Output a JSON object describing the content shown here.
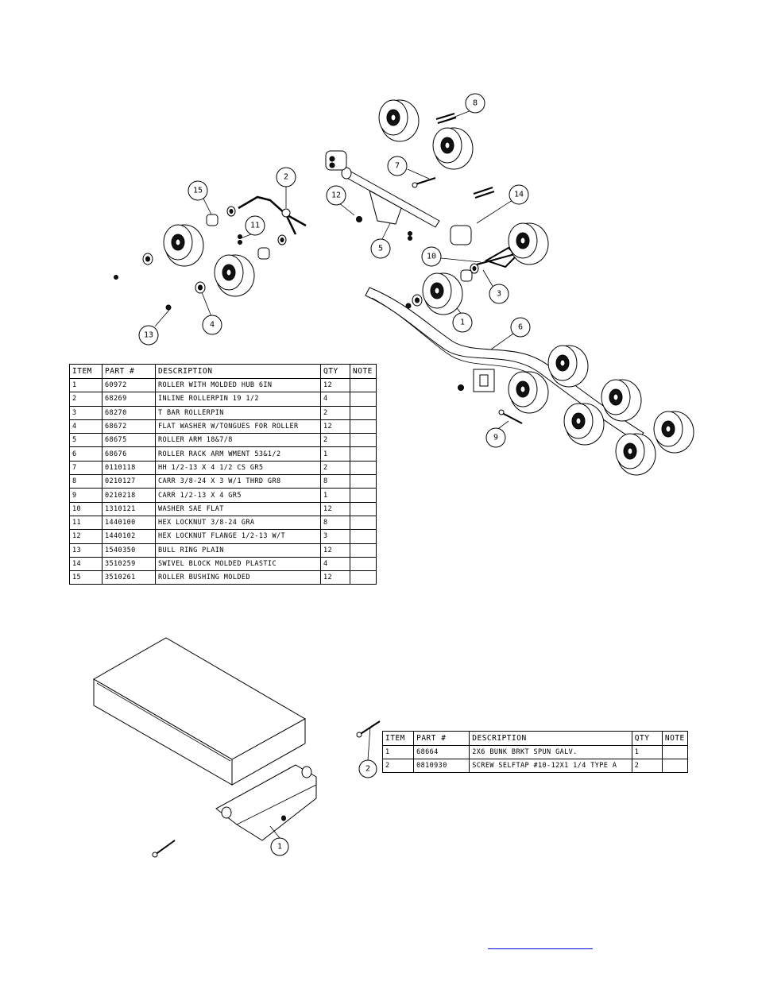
{
  "callouts_top": [
    "1",
    "2",
    "3",
    "4",
    "5",
    "6",
    "7",
    "8",
    "9",
    "10",
    "11",
    "12",
    "13",
    "14",
    "15"
  ],
  "table1": {
    "headers": [
      "ITEM",
      "PART #",
      "DESCRIPTION",
      "QTY",
      "NOTE"
    ],
    "rows": [
      [
        "1",
        "60972",
        "ROLLER WITH MOLDED HUB  6IN",
        "12",
        ""
      ],
      [
        "2",
        "68269",
        "INLINE ROLLERPIN 19 1/2",
        "4",
        ""
      ],
      [
        "3",
        "68270",
        "T BAR ROLLERPIN",
        "2",
        ""
      ],
      [
        "4",
        "68672",
        "FLAT WASHER W/TONGUES FOR ROLLER",
        "12",
        ""
      ],
      [
        "5",
        "68675",
        "ROLLER ARM 18&7/8",
        "2",
        ""
      ],
      [
        "6",
        "68676",
        "ROLLER RACK ARM WMENT  53&1/2",
        "1",
        ""
      ],
      [
        "7",
        "0110118",
        "HH 1/2-13 X 4 1/2 CS GR5",
        "2",
        ""
      ],
      [
        "8",
        "0210127",
        "CARR 3/8-24 X 3 W/1 THRD GR8",
        "8",
        ""
      ],
      [
        "9",
        "0210218",
        "CARR 1/2-13 X 4 GR5",
        "1",
        ""
      ],
      [
        "10",
        "1310121",
        "WASHER SAE FLAT",
        "12",
        ""
      ],
      [
        "11",
        "1440100",
        "HEX LOCKNUT 3/8-24 GRA",
        "8",
        ""
      ],
      [
        "12",
        "1440102",
        "HEX LOCKNUT FLANGE 1/2-13 W/T",
        "3",
        ""
      ],
      [
        "13",
        "1540350",
        "BULL RING PLAIN",
        "12",
        ""
      ],
      [
        "14",
        "3510259",
        "SWIVEL BLOCK MOLDED PLASTIC",
        "4",
        ""
      ],
      [
        "15",
        "3510261",
        "ROLLER BUSHING MOLDED",
        "12",
        ""
      ]
    ]
  },
  "table2": {
    "headers": [
      "ITEM",
      "PART #",
      "DESCRIPTION",
      "QTY",
      "NOTE"
    ],
    "rows": [
      [
        "1",
        "68664",
        "2X6 BUNK BRKT SPUN GALV.",
        "1",
        ""
      ],
      [
        "2",
        "0810930",
        "SCREW SELFTAP #10-12X1 1/4 TYPE A",
        "2",
        ""
      ]
    ]
  },
  "callouts_bottom": [
    "1",
    "2"
  ],
  "link_color": "#0000ee"
}
